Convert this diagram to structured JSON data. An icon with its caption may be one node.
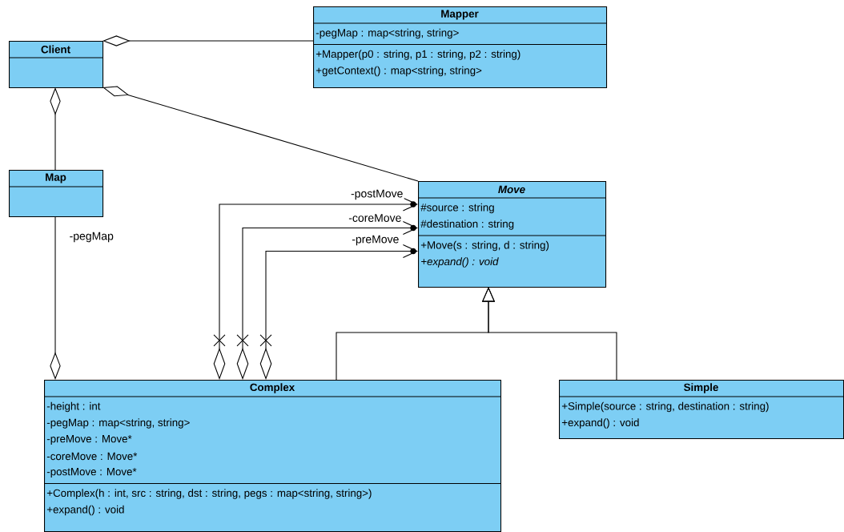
{
  "diagram": {
    "nodes": [
      {
        "text": [
          "Client"
        ]
      },
      {
        "text": [
          "Mapper",
          "-pegMap : map<string, string>",
          "+Mapper(p0 : string, p1 : string, p2 : string)",
          "+getContext() : map<string, string>"
        ]
      },
      {
        "text": [
          "Map"
        ]
      },
      {
        "text": [
          "Move",
          "#source : string",
          "#destination : string",
          "+Move(s : string, d : string)",
          "+expand() : void"
        ]
      },
      {
        "text": [
          "Complex",
          "-height : int",
          "-pegMap : map<string, string>",
          "-preMove : Move*",
          "-coreMove : Move*",
          "-postMove : Move*",
          "+Complex(h : int, src : string, dst : string, pegs : map<string, string>)",
          "+expand() : void"
        ]
      },
      {
        "text": [
          "Simple",
          "+Simple(source : string, destination : string)",
          "+expand() : void"
        ]
      }
    ],
    "edges": [
      {
        "from": 0,
        "to": 1,
        "arrow": "other"
      },
      {
        "from": 0,
        "to": 3,
        "arrow": "other"
      },
      {
        "from": 0,
        "to": 2,
        "arrow": "other"
      },
      {
        "from": 4,
        "to": 2,
        "arrow": "other",
        "label": "-pegMap"
      },
      {
        "from": 4,
        "to": 3,
        "arrow": "to",
        "label": "-postMove"
      },
      {
        "from": 4,
        "to": 3,
        "arrow": "to",
        "label": "-coreMove"
      },
      {
        "from": 4,
        "to": 3,
        "arrow": "to",
        "label": "-preMove"
      },
      {
        "from": 4,
        "to": 3,
        "arrow": "to"
      },
      {
        "from": 5,
        "to": 3,
        "arrow": "to"
      }
    ]
  }
}
